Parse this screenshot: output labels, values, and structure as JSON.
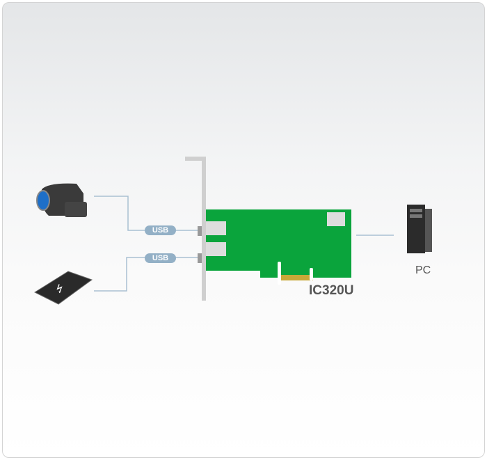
{
  "diagram": {
    "port_labels": [
      "USB",
      "USB"
    ],
    "card_model": "IC320U",
    "pc_label": "PC",
    "devices": [
      "camcorder",
      "usb-drive"
    ],
    "colors": {
      "pcb": "#0aa43c",
      "line": "#a9c0d2",
      "label_bg": "#93b0c6",
      "text": "#555555"
    }
  }
}
